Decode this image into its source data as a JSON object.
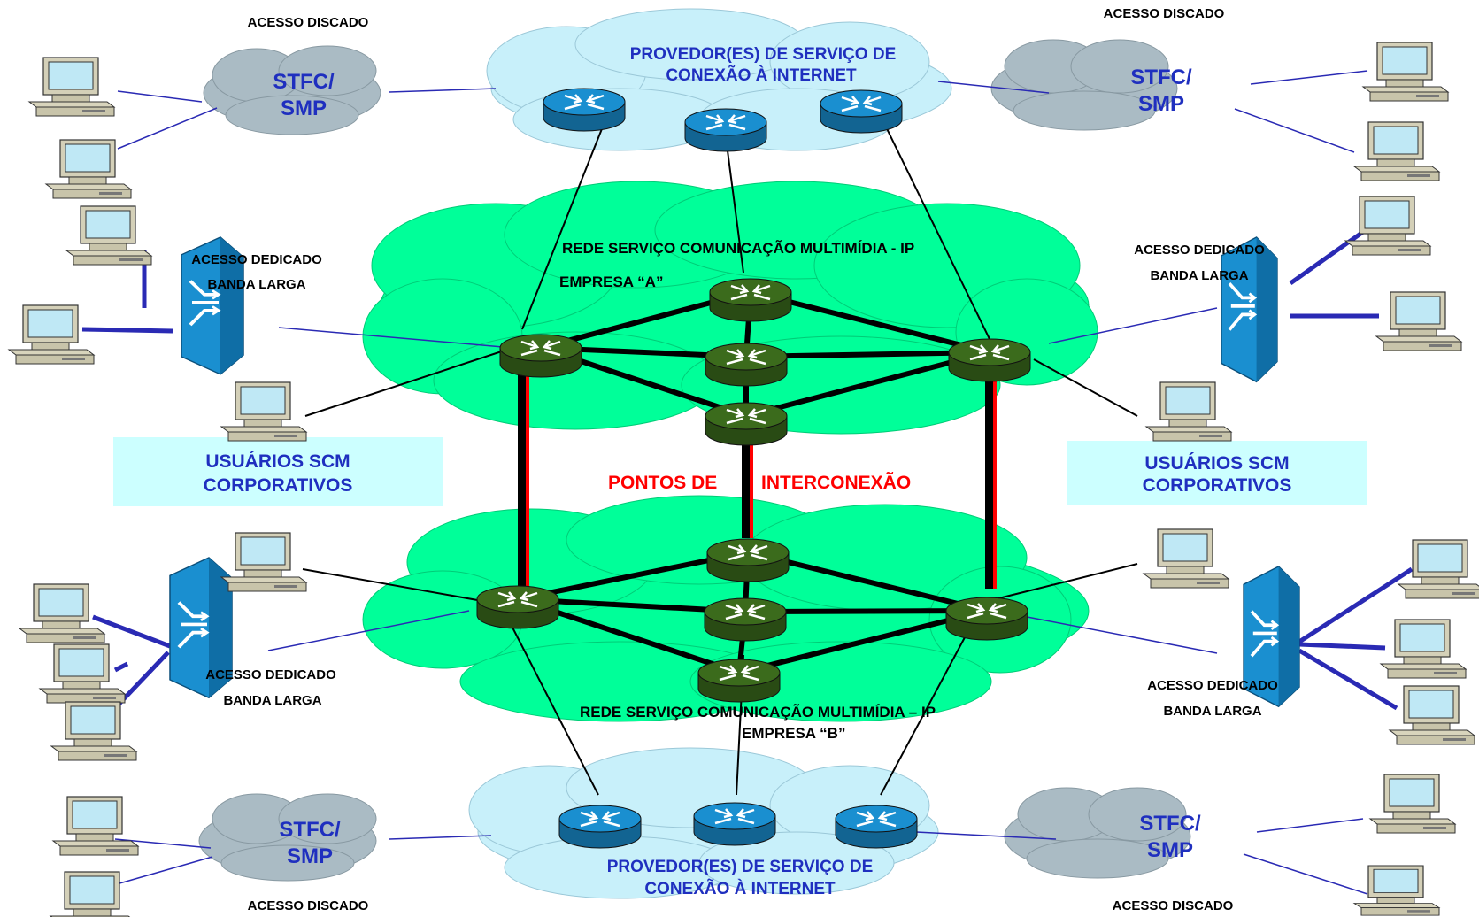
{
  "colors": {
    "cloud_green": "#00ff99",
    "cloud_light_blue": "#c8f0fa",
    "cloud_gray": "#aabbc4",
    "label_box": "#ccffff",
    "router_blue": "#1a8fd0",
    "router_green": "#3b6b1c",
    "text_blue": "#1f2fbf",
    "text_red": "#ff0000",
    "interconnect_red": "#ff0000",
    "link_black": "#000000",
    "link_blue": "#2a2ab4"
  },
  "labels": {
    "dial_access_tl": "ACESSO DISCADO",
    "dial_access_tr": "ACESSO DISCADO",
    "dial_access_bl": "ACESSO DISCADO",
    "dial_access_br": "ACESSO DISCADO",
    "stfc_tl": [
      "STFC/",
      "SMP"
    ],
    "stfc_tr": [
      "STFC/",
      "SMP"
    ],
    "stfc_bl": [
      "STFC/",
      "SMP"
    ],
    "stfc_br": [
      "STFC/",
      "SMP"
    ],
    "isp_top": [
      "PROVEDOR(ES)  DE  SERVIÇO DE",
      "CONEXÃO À INTERNET"
    ],
    "isp_bottom": [
      "PROVEDOR(ES) DE SERVIÇO DE",
      "CONEXÃO À INTERNET"
    ],
    "network_a_title": "REDE SERVIÇO COMUNICAÇÃO MULTIMÍDIA - IP",
    "network_a_company": "EMPRESA “A”",
    "network_b_title": "REDE SERVIÇO COMUNICAÇÃO MULTIMÍDIA – IP",
    "network_b_company": "EMPRESA “B”",
    "dedicated_access": [
      "ACESSO DEDICADO",
      "BANDA LARGA"
    ],
    "corporate_users": [
      "USUÁRIOS SCM",
      "CORPORATIVOS"
    ],
    "interconnection_points": [
      "PONTOS DE",
      "INTERCONEXÃO"
    ]
  },
  "icons": {
    "router": "router-icon",
    "computer": "computer-icon",
    "switch": "switch-icon",
    "cloud": "cloud-icon"
  }
}
